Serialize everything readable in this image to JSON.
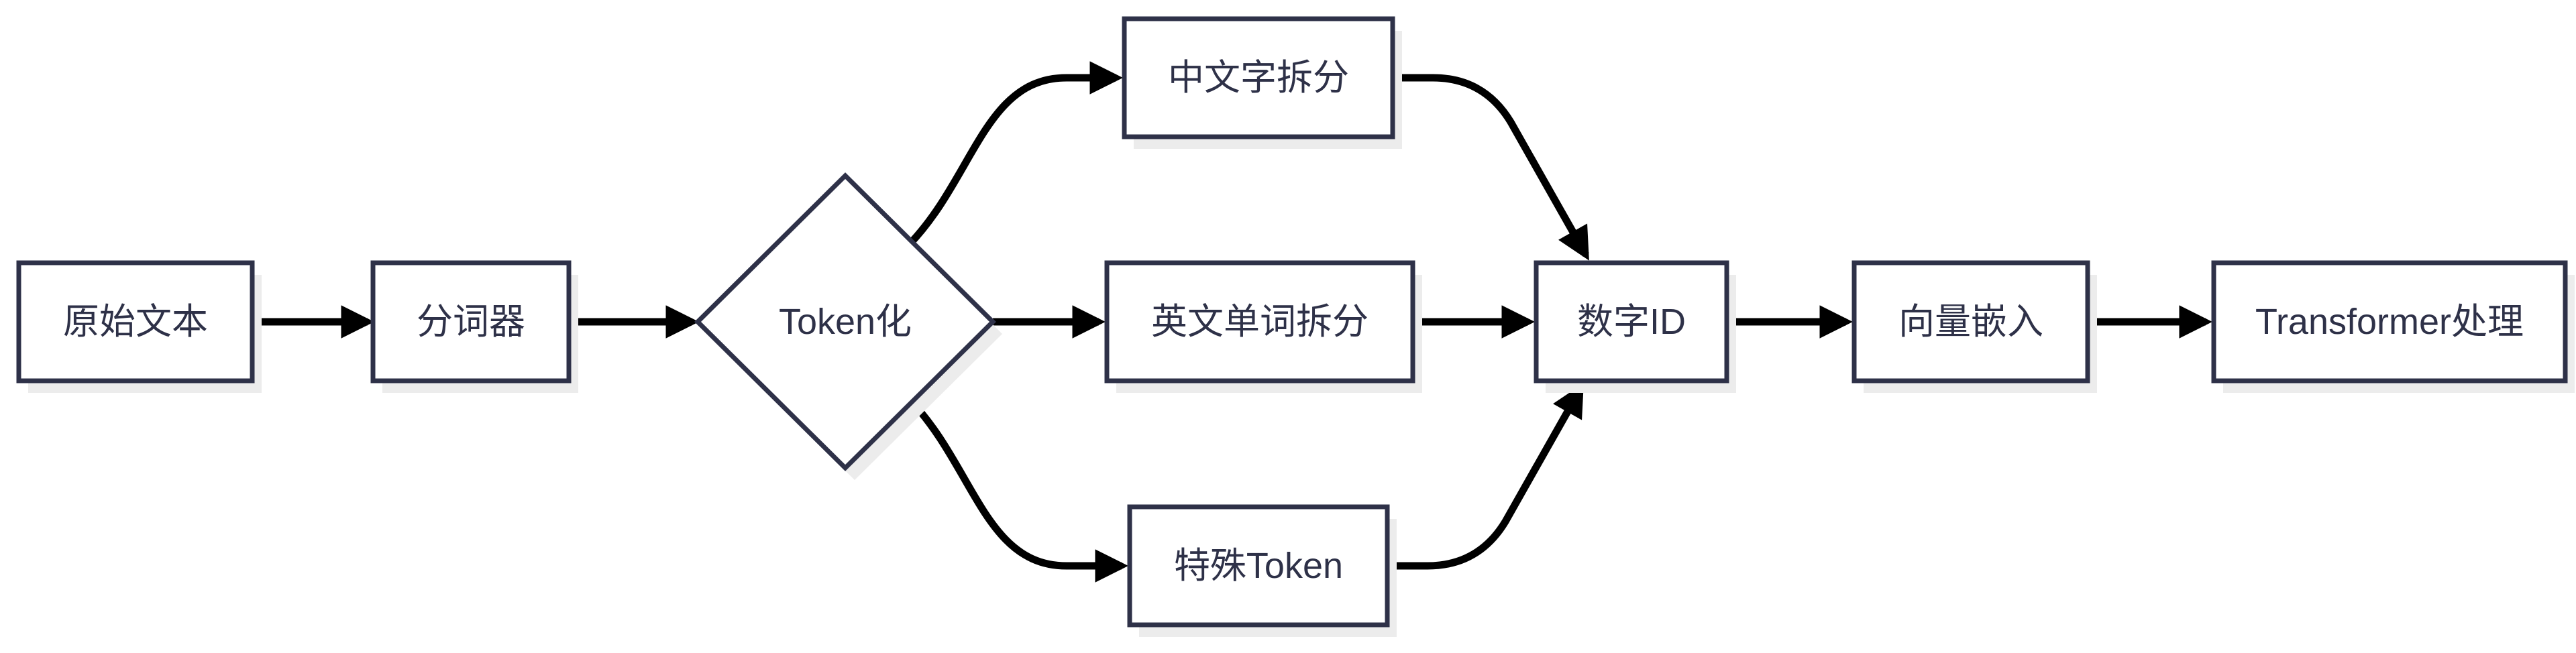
{
  "diagram": {
    "type": "flowchart",
    "direction": "left-to-right",
    "background": "#ffffff",
    "colors": {
      "node_border": "#2e3148",
      "node_fill": "#ffffff",
      "node_shadow": "#ececec",
      "label_text": "#2e3148",
      "connector": "#000000"
    },
    "nodes": [
      {
        "id": "raw-text",
        "label": "原始文本",
        "shape": "rectangle"
      },
      {
        "id": "tokenizer",
        "label": "分词器",
        "shape": "rectangle"
      },
      {
        "id": "tokenization",
        "label": "Token化",
        "shape": "diamond"
      },
      {
        "id": "chinese-char-split",
        "label": "中文字拆分",
        "shape": "rectangle"
      },
      {
        "id": "english-word-split",
        "label": "英文单词拆分",
        "shape": "rectangle"
      },
      {
        "id": "special-token",
        "label": "特殊Token",
        "shape": "rectangle"
      },
      {
        "id": "numeric-id",
        "label": "数字ID",
        "shape": "rectangle"
      },
      {
        "id": "vector-embedding",
        "label": "向量嵌入",
        "shape": "rectangle"
      },
      {
        "id": "transformer-processing",
        "label": "Transformer处理",
        "shape": "rectangle"
      }
    ],
    "edges": [
      {
        "from": "raw-text",
        "to": "tokenizer"
      },
      {
        "from": "tokenizer",
        "to": "tokenization"
      },
      {
        "from": "tokenization",
        "to": "chinese-char-split"
      },
      {
        "from": "tokenization",
        "to": "english-word-split"
      },
      {
        "from": "tokenization",
        "to": "special-token"
      },
      {
        "from": "chinese-char-split",
        "to": "numeric-id"
      },
      {
        "from": "english-word-split",
        "to": "numeric-id"
      },
      {
        "from": "special-token",
        "to": "numeric-id"
      },
      {
        "from": "numeric-id",
        "to": "vector-embedding"
      },
      {
        "from": "vector-embedding",
        "to": "transformer-processing"
      }
    ]
  }
}
